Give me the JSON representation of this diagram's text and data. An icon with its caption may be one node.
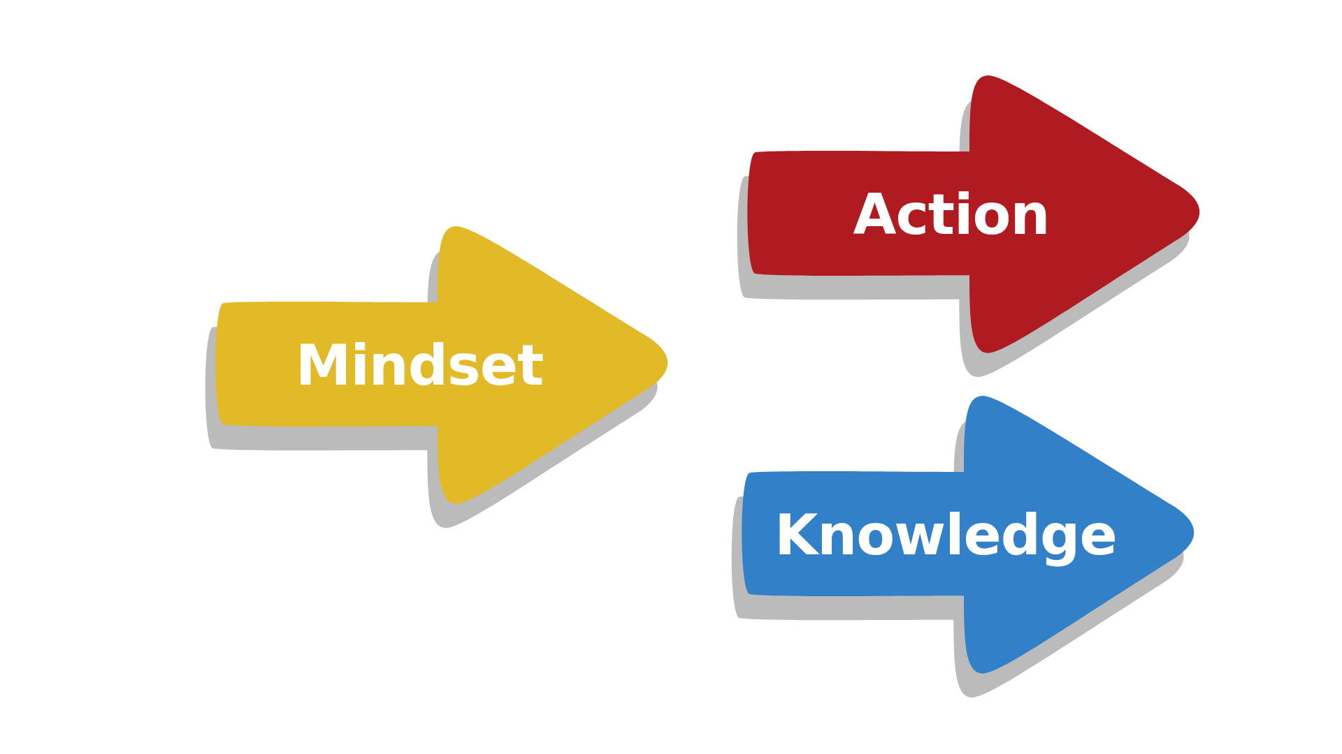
{
  "diagram": {
    "nodes": [
      {
        "text": [
          "Mindset"
        ]
      },
      {
        "text": [
          "Action"
        ]
      },
      {
        "text": [
          "Knowledge"
        ]
      }
    ]
  }
}
